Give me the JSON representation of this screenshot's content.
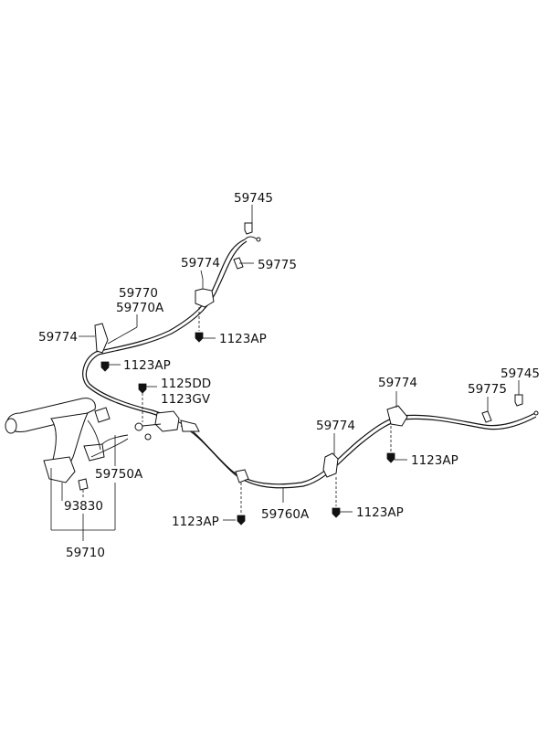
{
  "diagram": {
    "labels": {
      "l59745_top": "59745",
      "l59774_top": "59774",
      "l59775_top": "59775",
      "l59770": "59770",
      "l59770A": "59770A",
      "l59774_left": "59774",
      "l1123AP_upper": "1123AP",
      "l1123AP_left": "1123AP",
      "l1125DD": "1125DD",
      "l1123GV": "1123GV",
      "l59750A": "59750A",
      "l93830": "93830",
      "l59710": "59710",
      "l59774_mid": "59774",
      "l59774_right": "59774",
      "l59775_right": "59775",
      "l59745_right": "59745",
      "l1123AP_right": "1123AP",
      "l1123AP_bottom_left": "1123AP",
      "l59760A": "59760A",
      "l1123AP_bottom_right": "1123AP"
    }
  }
}
